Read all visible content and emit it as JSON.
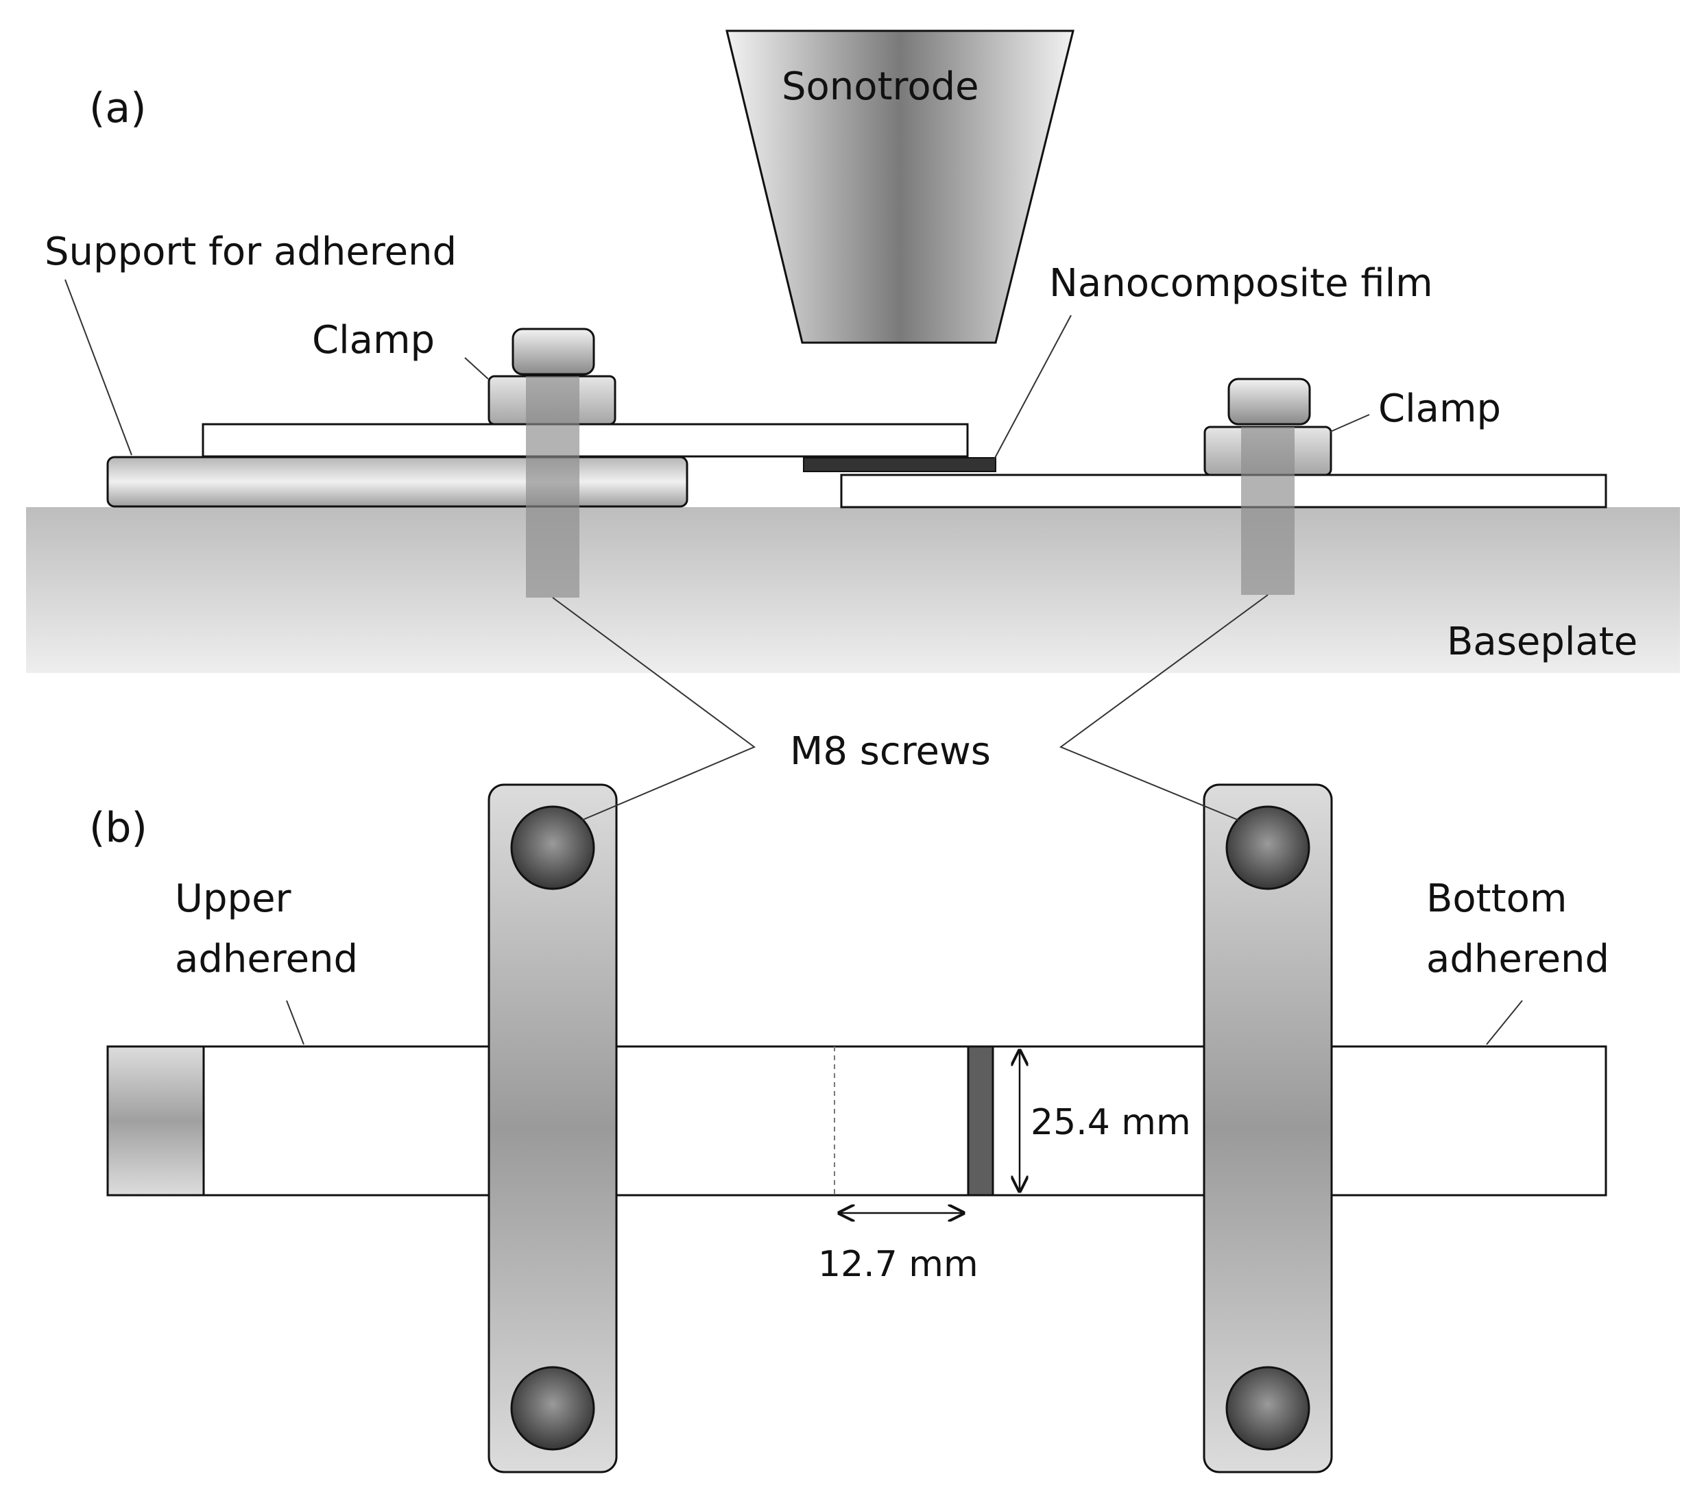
{
  "panels": {
    "a": "(a)",
    "b": "(b)"
  },
  "side_view": {
    "sonotrode": "Sonotrode",
    "support": "Support for adherend",
    "clamp_left": "Clamp",
    "clamp_right": "Clamp",
    "film": "Nanocomposite film",
    "baseplate": "Baseplate"
  },
  "top_view": {
    "screws": "M8 screws",
    "upper_adherend": [
      "Upper",
      "adherend"
    ],
    "bottom_adherend": [
      "Bottom",
      "adherend"
    ],
    "width_dim": "25.4 mm",
    "overlap_dim": "12.7 mm"
  },
  "colors": {
    "metal_light": "#d9d9d9",
    "metal_dark": "#8c8c8c",
    "baseplate": "#cccccc",
    "screw_shaft": "#9a9a9a",
    "film": "#333333",
    "adherend": "#ffffff",
    "outline": "#111111"
  }
}
